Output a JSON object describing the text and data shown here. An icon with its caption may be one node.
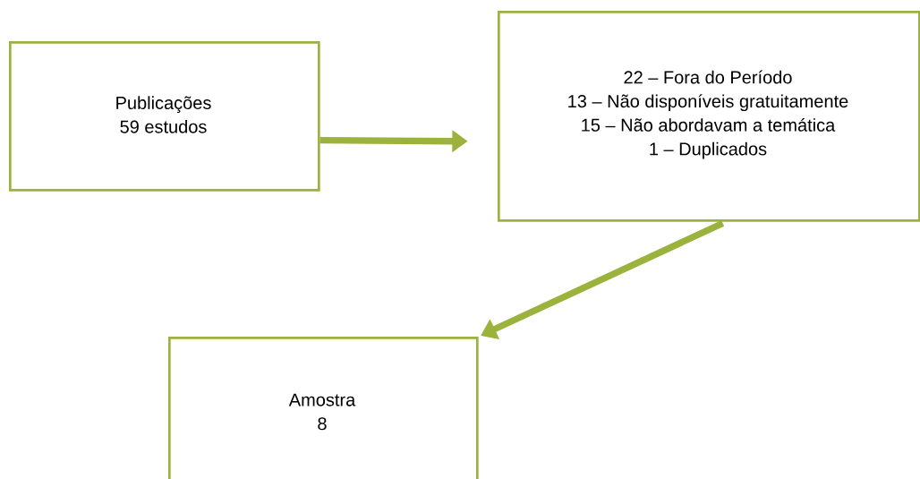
{
  "diagram": {
    "nodes": [
      {
        "text": [
          "Publicações",
          "59 estudos"
        ]
      },
      {
        "text": [
          "22 – Fora do Período",
          "13 – Não disponíveis gratuitamente",
          "15 – Não abordavam a temática",
          "1 – Duplicados"
        ]
      },
      {
        "text": [
          "Amostra",
          "8"
        ]
      }
    ],
    "edges": [
      {
        "from": 0,
        "to": 1,
        "arrow": "to"
      },
      {
        "from": 1,
        "to": 2,
        "arrow": "to"
      }
    ]
  }
}
